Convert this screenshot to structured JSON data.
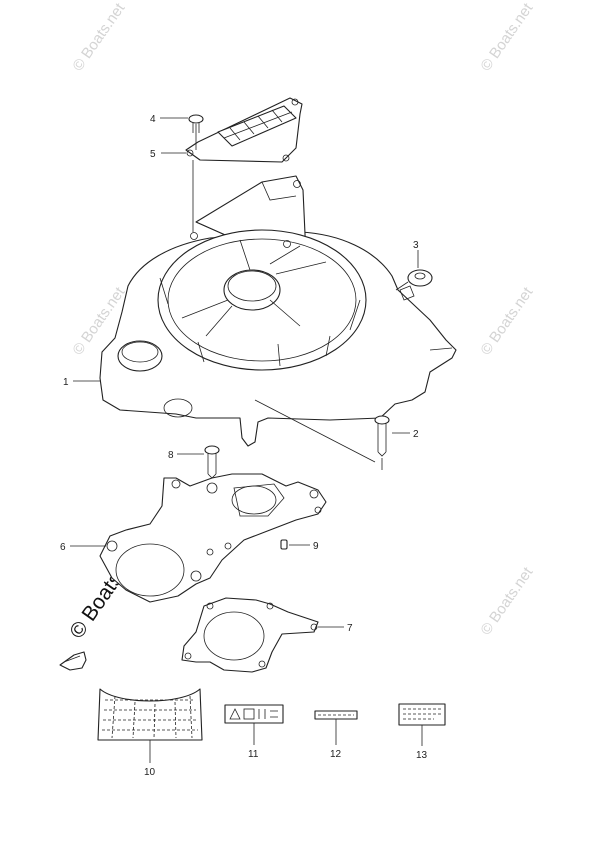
{
  "callouts": [
    "1",
    "2",
    "3",
    "4",
    "5",
    "6",
    "7",
    "8",
    "9",
    "10",
    "11",
    "12",
    "13"
  ],
  "watermark": {
    "text": "Boats.net",
    "symbol": "©"
  }
}
